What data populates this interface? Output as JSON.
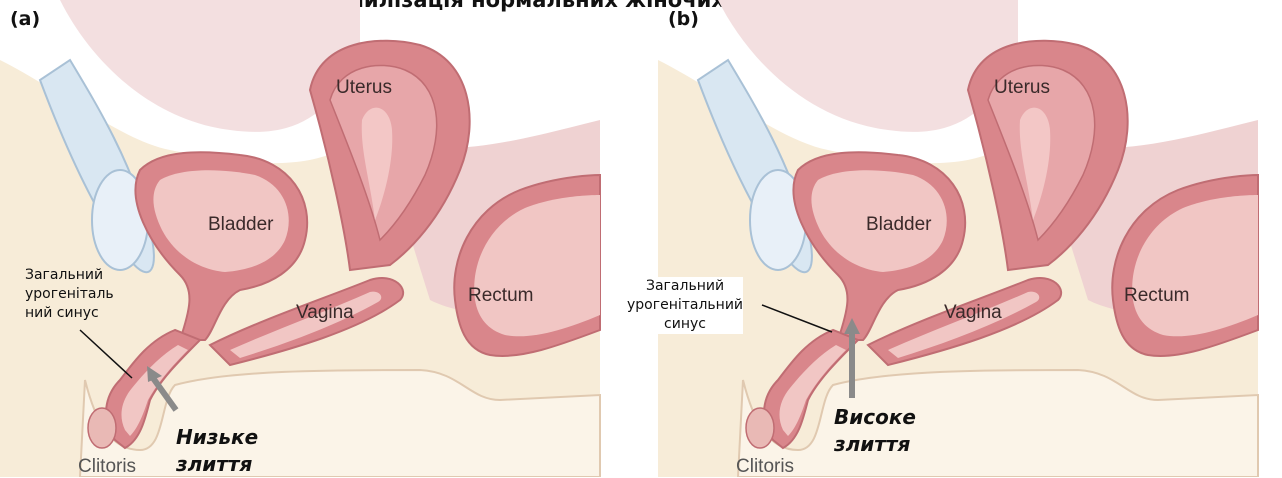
{
  "title": "Віріилізація нормальних жіночих геніталій при ВГНЗ",
  "panels": [
    {
      "letter": "(a)",
      "labels": {
        "uterus": "Uterus",
        "bladder": "Bladder",
        "vagina": "Vagina",
        "rectum": "Rectum",
        "clitoris": "Clitoris"
      },
      "sinus_note": [
        "Загальний",
        "урогеніталь",
        "ний синус"
      ],
      "fusion": [
        "Низьке",
        "злиття"
      ]
    },
    {
      "letter": "(b)",
      "labels": {
        "uterus": "Uterus",
        "bladder": "Bladder",
        "vagina": "Vagina",
        "rectum": "Rectum",
        "clitoris": "Clitoris"
      },
      "sinus_note": [
        "Загальний",
        "урогенітальний",
        "синус"
      ],
      "fusion": [
        "Високе",
        "злиття"
      ]
    }
  ],
  "colors": {
    "tissue_bg": "#f7ecd8",
    "organ_wall": "#d9868b",
    "organ_inner": "#f1c6c4",
    "pelvic_pink": "#f1d6d4",
    "bone_blue": "#d9e7f2",
    "arrow_gray": "#8a8a8a"
  }
}
